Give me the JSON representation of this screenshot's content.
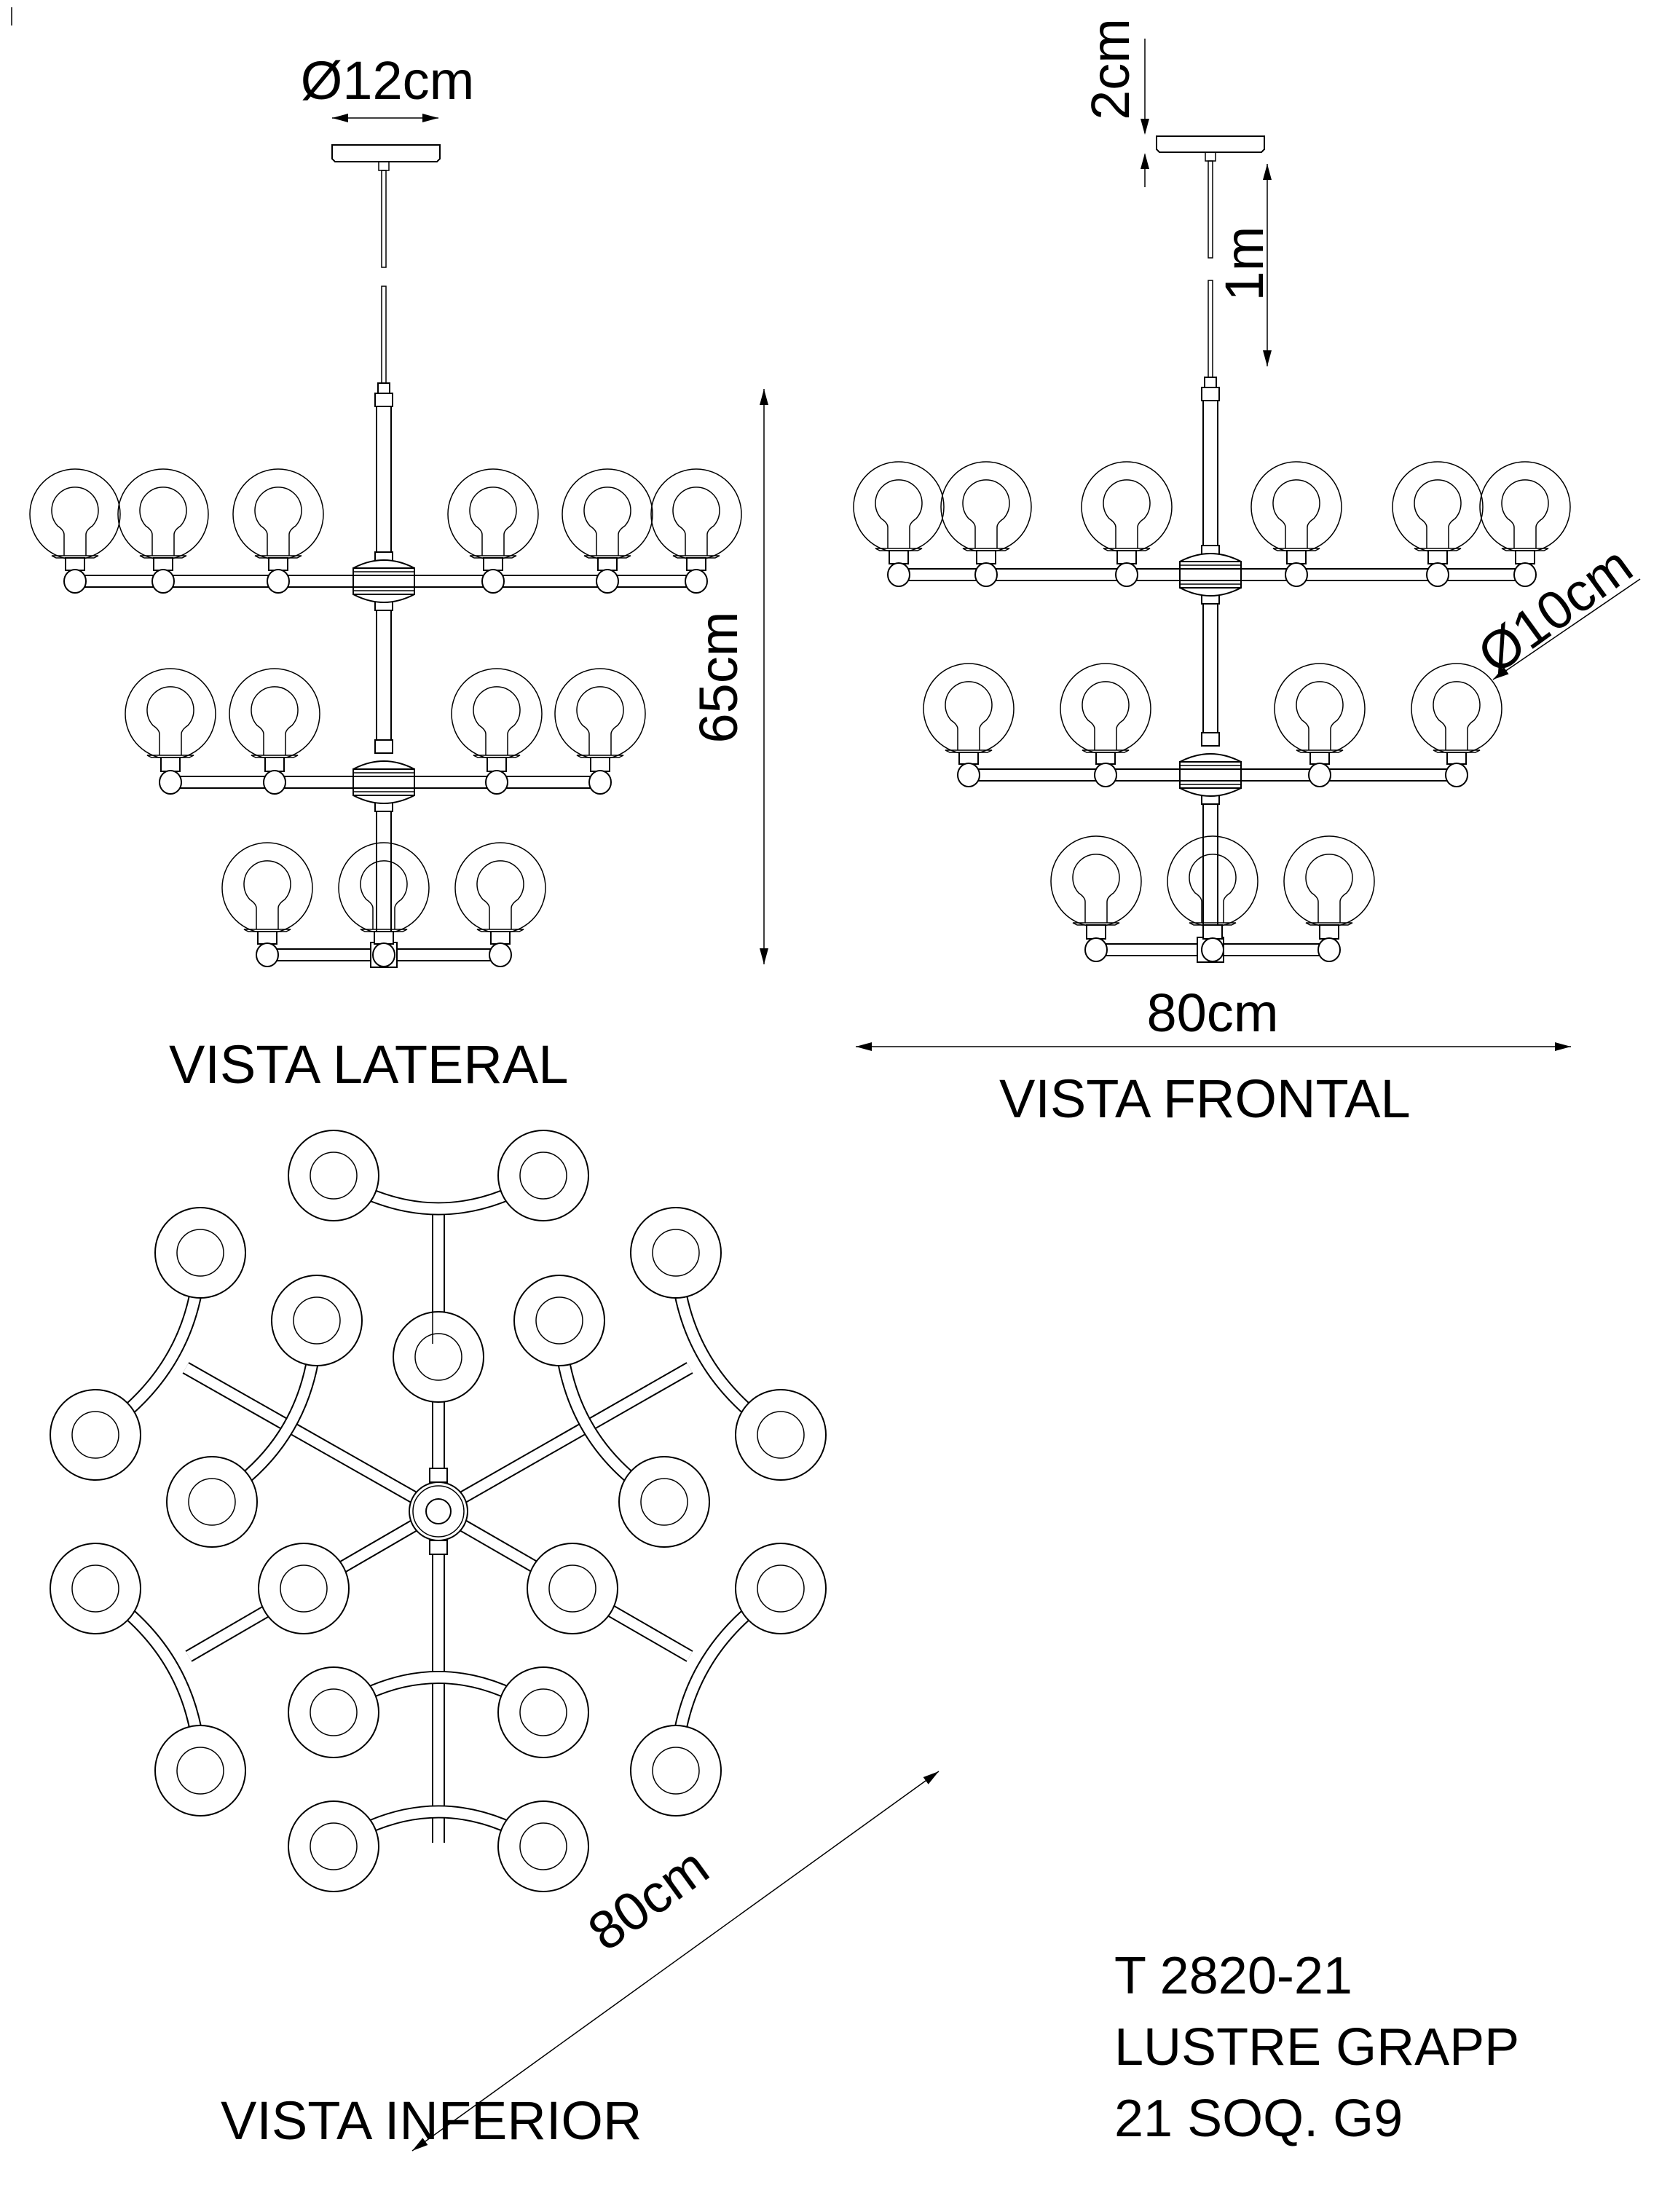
{
  "title_block": {
    "code": "T 2820-21",
    "name": "LUSTRE GRAPP",
    "spec": "21 SOQ. G9"
  },
  "views": {
    "lateral": {
      "label": "VISTA LATERAL",
      "dimensions": {
        "canopy_diameter": "Ø12cm",
        "height": "65cm"
      },
      "tiers": [
        6,
        4,
        3
      ]
    },
    "frontal": {
      "label": "VISTA FRONTAL",
      "dimensions": {
        "canopy_height": "2cm",
        "cable_length": "1m",
        "globe_diameter": "Ø10cm",
        "width": "80cm"
      },
      "tiers": [
        6,
        4,
        3
      ]
    },
    "inferior": {
      "label": "VISTA INFERIOR",
      "dimensions": {
        "diameter": "80cm"
      },
      "globe_count": 21
    }
  },
  "colors": {
    "line": "#000000",
    "background": "#ffffff"
  }
}
